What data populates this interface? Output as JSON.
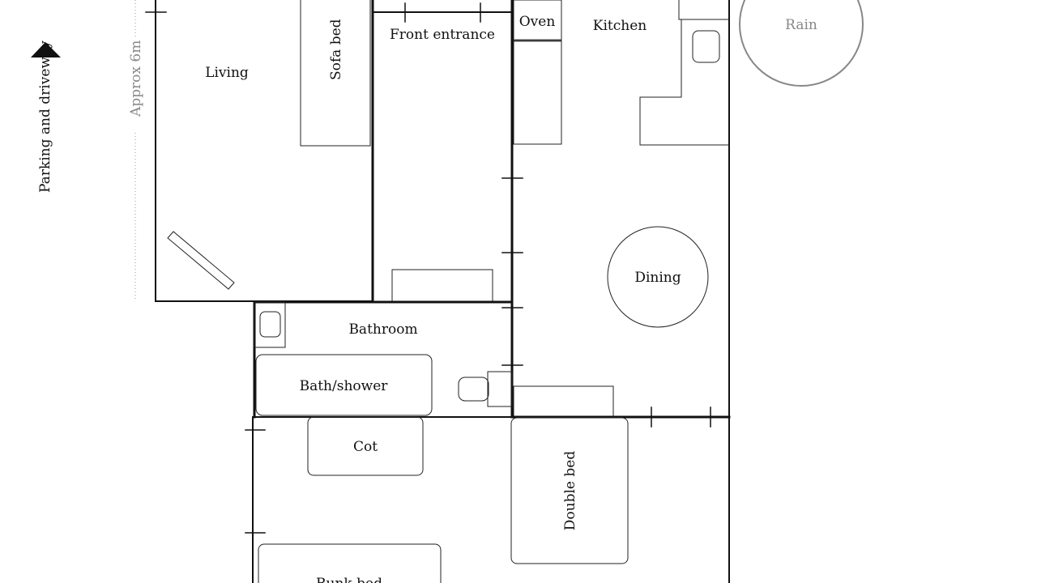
{
  "rooms": {
    "living": "Living",
    "sofa_bed": "Sofa bed",
    "front_entrance": "Front entrance",
    "oven": "Oven",
    "kitchen": "Kitchen",
    "rain": "Rain",
    "dining": "Dining",
    "bathroom": "Bathroom",
    "bath_shower": "Bath/shower",
    "cot": "Cot",
    "double_bed": "Double bed",
    "bunk_bed": "Bunk bed"
  },
  "annotations": {
    "parking": "Parking and driveway",
    "approx": "Approx 6m"
  },
  "colors": {
    "wall": "#111111",
    "faded": "#888888"
  }
}
